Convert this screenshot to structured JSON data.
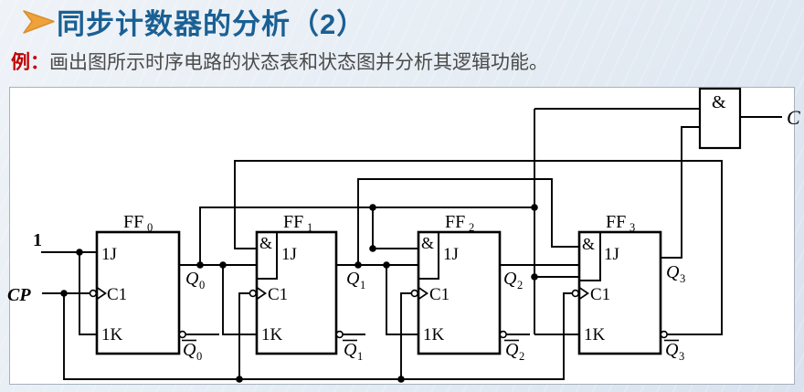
{
  "header": {
    "title": "同步计数器的分析（2）",
    "example_label": "例：",
    "example_text": "画出图所示时序电路的状态表和状态图并分析其逻辑功能。"
  },
  "colors": {
    "title_blue": "#1A6094",
    "accent_orange": "#EFA23B",
    "example_red": "#C00000",
    "body_gray": "#4A4A4A",
    "line_black": "#000000",
    "panel_bg": "#FFFFFF",
    "slide_bg": "#E3EAF2"
  },
  "circuit": {
    "source_label": "1",
    "clock_label": "CP",
    "carry_label": "C",
    "gate_symbol": "&",
    "ff_prefix": "FF",
    "pin_j": "1J",
    "pin_c": "C1",
    "pin_k": "1K",
    "q_letter": "Q",
    "ff_subs": [
      "0",
      "1",
      "2",
      "3"
    ]
  }
}
